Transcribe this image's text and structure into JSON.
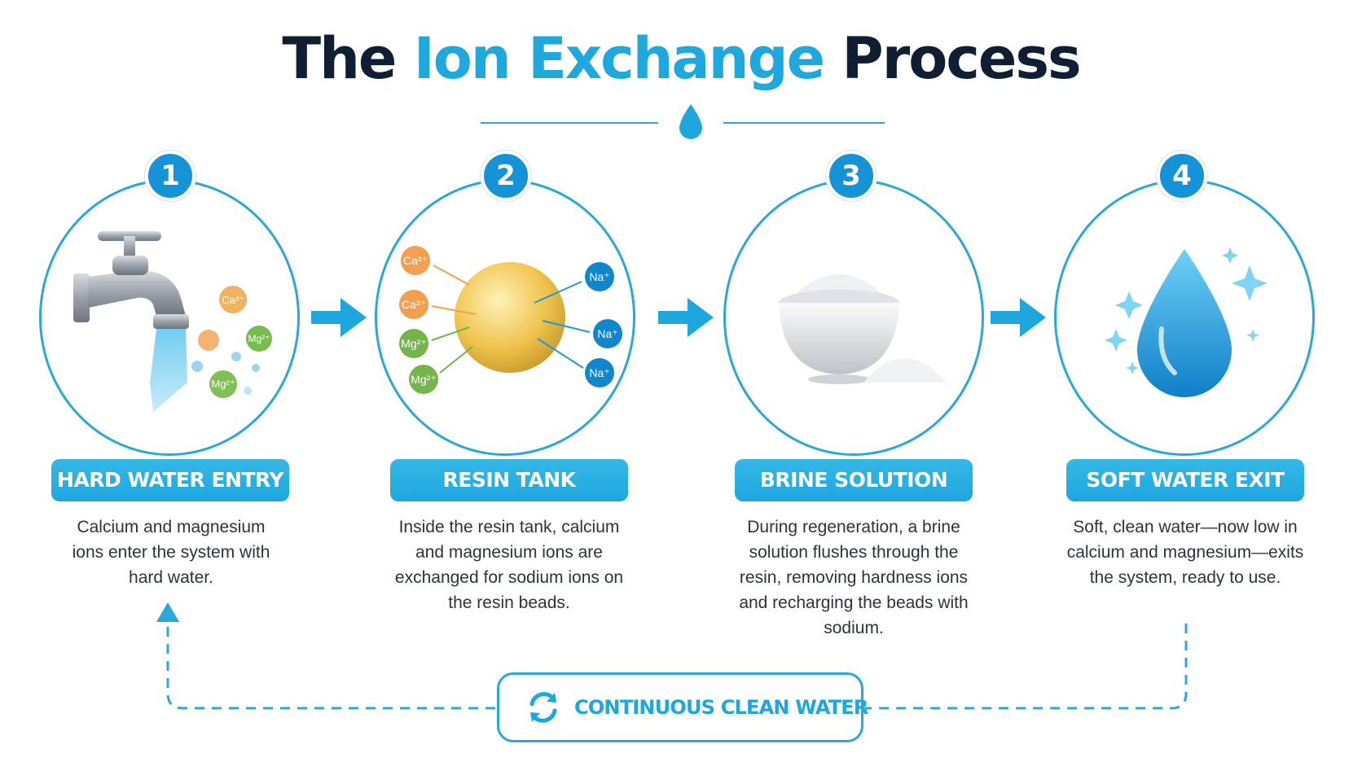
{
  "title": {
    "part1": "The ",
    "part2": "Ion Exchange",
    "part3": " Process"
  },
  "colors": {
    "accent": "#1ea6df",
    "dark": "#0f1e33",
    "badge": "#1593d6"
  },
  "steps": [
    {
      "number": "1",
      "label": "HARD WATER ENTRY",
      "icon": "faucet-icon",
      "description": "Calcium and magnesium ions enter the system with hard water.",
      "ions": [
        "Ca²⁺",
        "Mg²⁺",
        "Mg²⁺"
      ]
    },
    {
      "number": "2",
      "label": "RESIN TANK",
      "icon": "resin-bead-icon",
      "description": "Inside the resin tank, calcium and magnesium ions are exchanged for sodium ions on the resin beads.",
      "ions_in": [
        "Ca²⁺",
        "Ca²⁺",
        "Mg²⁺",
        "Mg²⁺"
      ],
      "ions_out": [
        "Na⁺",
        "Na⁺",
        "Na⁺"
      ]
    },
    {
      "number": "3",
      "label": "BRINE SOLUTION",
      "icon": "salt-bowl-icon",
      "description": "During regeneration, a brine solution flushes through the resin, removing hardness ions and recharging the beads with sodium."
    },
    {
      "number": "4",
      "label": "SOFT WATER EXIT",
      "icon": "water-drop-icon",
      "description": "Soft, clean water—now low in calcium and magnesium—exits the system, ready to use."
    }
  ],
  "cycle": {
    "label": "CONTINUOUS CLEAN WATER",
    "icon": "recycle-icon"
  }
}
